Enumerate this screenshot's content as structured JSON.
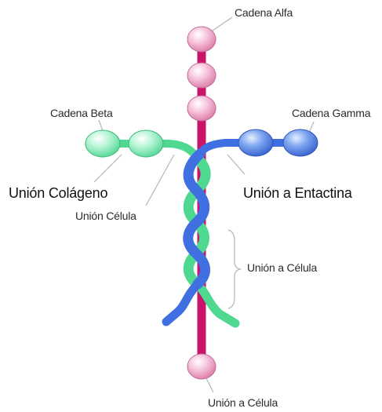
{
  "labels": {
    "alpha_chain": "Cadena Alfa",
    "beta_chain": "Cadena Beta",
    "gamma_chain": "Cadena Gamma",
    "collagen_binding": "Unión Colágeno",
    "entactin_binding": "Unión a Entactina",
    "cell_binding_short": "Unión Célula",
    "cell_binding_mid": "Unión a Célula",
    "cell_binding_bottom": "Unión a Célula"
  },
  "colors": {
    "alpha": "#c8156a",
    "beta": "#4fd890",
    "gamma": "#3f6fe0",
    "domain_alpha": "#f2a8cc",
    "domain_beta": "#a8f2cf",
    "domain_gamma": "#7fa8f2",
    "leader_line": "#b5b5b5"
  }
}
